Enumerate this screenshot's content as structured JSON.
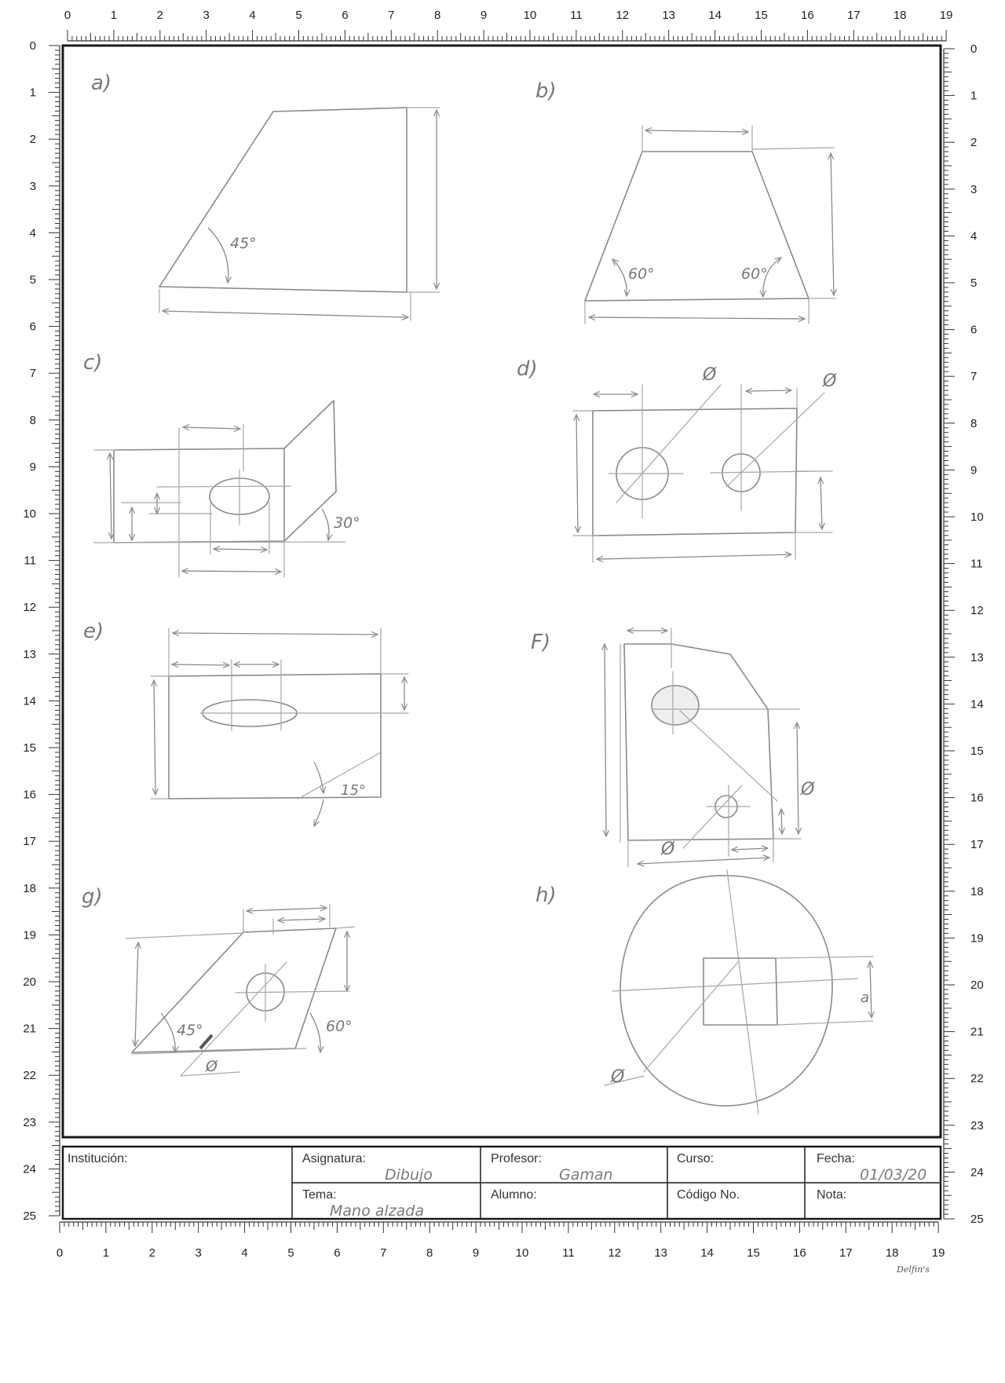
{
  "ruler": {
    "horizontal_numbers": [
      "0",
      "1",
      "2",
      "3",
      "4",
      "5",
      "6",
      "7",
      "8",
      "9",
      "10",
      "11",
      "12",
      "13",
      "14",
      "15",
      "16",
      "17",
      "18",
      "19"
    ],
    "vertical_numbers": [
      "0",
      "1",
      "2",
      "3",
      "4",
      "5",
      "6",
      "7",
      "8",
      "9",
      "10",
      "11",
      "12",
      "13",
      "14",
      "15",
      "16",
      "17",
      "18",
      "19",
      "20",
      "21",
      "22",
      "23",
      "24",
      "25"
    ]
  },
  "exercises": {
    "a": {
      "label": "a)",
      "angle": "45°"
    },
    "b": {
      "label": "b)",
      "angle_left": "60°",
      "angle_right": "60°"
    },
    "c": {
      "label": "c)",
      "angle": "30°"
    },
    "d": {
      "label": "d)",
      "diam_1": "Ø",
      "diam_2": "Ø"
    },
    "e": {
      "label": "e)",
      "angle": "15°"
    },
    "f": {
      "label": "F)",
      "dim_right": "Ø",
      "dim_bottom": "Ø"
    },
    "g": {
      "label": "g)",
      "angle_left": "45°",
      "angle_right": "60°",
      "dim_bottom": "Ø"
    },
    "h": {
      "label": "h)",
      "dim_left": "Ø",
      "dim_right": "a"
    }
  },
  "title_block": {
    "institucion_label": "Institución:",
    "asignatura_label": "Asignatura:",
    "asignatura_value": "Dibujo",
    "profesor_label": "Profesor:",
    "profesor_value": "Gaman",
    "curso_label": "Curso:",
    "fecha_label": "Fecha:",
    "fecha_value": "01/03/20",
    "tema_label": "Tema:",
    "tema_value": "Mano alzada",
    "alumno_label": "Alumno:",
    "codigo_label": "Código No.",
    "nota_label": "Nota:"
  },
  "brand": "Delfin's"
}
